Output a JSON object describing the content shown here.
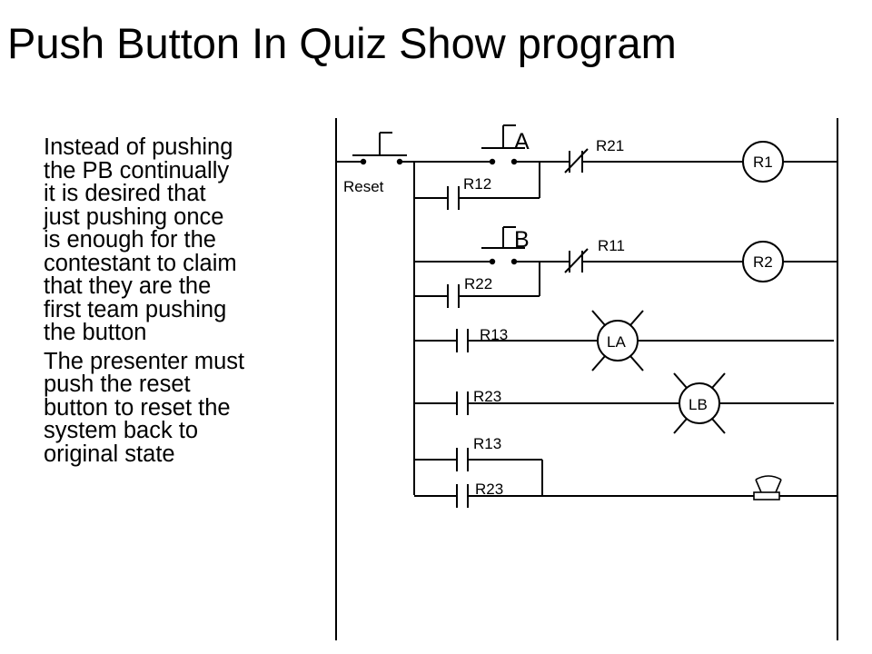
{
  "title": "Push Button In Quiz Show program",
  "paragraphs": [
    [
      "Instead of pushing",
      "the PB continually",
      "it is desired that",
      "just pushing once",
      "is enough for the",
      "contestant to claim",
      "that they are the",
      "first team pushing",
      "the button"
    ],
    [
      "The presenter must",
      "push the reset",
      "button to reset the",
      "system back to",
      "original state"
    ]
  ],
  "diagram": {
    "reset": "Reset",
    "pb_a": "A",
    "pb_b": "B",
    "r12": "R12",
    "r21": "R21",
    "r1": "R1",
    "r22": "R22",
    "r11": "R11",
    "r2": "R2",
    "r13_lamp": "R13",
    "la": "LA",
    "r23_lamp": "R23",
    "lb": "LB",
    "r13_buzzer": "R13",
    "r23_buzzer": "R23",
    "buzzer_icon": "buzzer-icon"
  }
}
